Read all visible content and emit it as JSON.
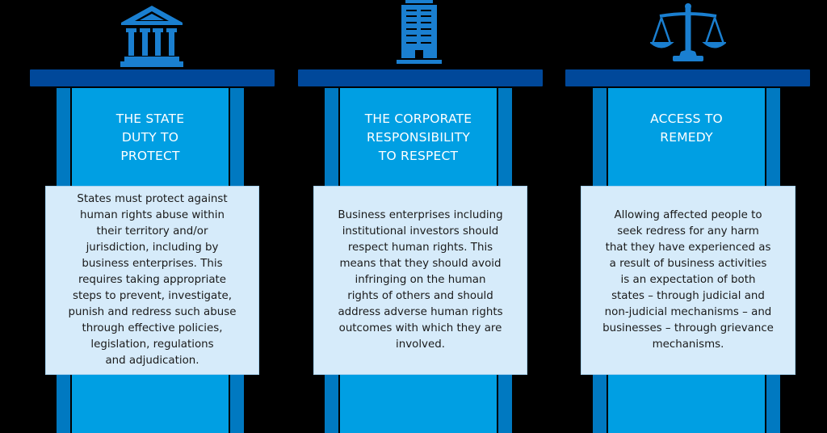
{
  "colors": {
    "background": "#000000",
    "beam": "#00489a",
    "column_side": "#0079c1",
    "column_center": "#009fe3",
    "icon": "#1a7fd0",
    "description_box": "#d6ebfa",
    "title_text": "#ffffff",
    "body_text": "#1a1a1a"
  },
  "pillars": [
    {
      "icon": "government-building-icon",
      "title": "THE STATE DUTY TO PROTECT",
      "title_lines": [
        "THE STATE",
        "DUTY TO",
        "PROTECT"
      ],
      "description": "States must protect against human rights abuse within their territory and/or jurisdiction, including by business enterprises. This requires taking appropriate steps to prevent, investigate, punish and redress such abuse through effective policies, legislation, regulations and adjudication.",
      "description_lines": [
        "States must protect against",
        "human rights abuse within",
        "their territory and/or",
        "jurisdiction, including by",
        "business enterprises. This",
        "requires taking appropriate",
        "steps to prevent, investigate,",
        "punish and redress such abuse",
        "through effective policies,",
        "legislation, regulations",
        "and adjudication."
      ]
    },
    {
      "icon": "office-tower-icon",
      "title": "THE CORPORATE RESPONSIBILITY TO RESPECT",
      "title_lines": [
        "THE CORPORATE",
        "RESPONSIBILITY",
        "TO RESPECT"
      ],
      "description": "Business enterprises including institutional investors should respect human rights. This means that they should avoid infringing on the human rights of others and should address adverse human rights outcomes with which they are involved.",
      "description_lines": [
        "Business enterprises including",
        "institutional investors should",
        "respect human rights. This",
        "means that they should avoid",
        "infringing on the human",
        "rights of others and should",
        "address adverse human rights",
        "outcomes with which they are",
        "involved."
      ]
    },
    {
      "icon": "scales-of-justice-icon",
      "title": "ACCESS TO REMEDY",
      "title_lines": [
        "ACCESS TO",
        "REMEDY"
      ],
      "description": "Allowing affected people to seek redress for any harm that they have experienced as a result of business activities is an expectation of both states – through judicial and non-judicial mechanisms – and businesses – through grievance mechanisms.",
      "description_lines": [
        "Allowing affected people to",
        "seek redress for any harm",
        "that they have experienced as",
        "a result of business activities",
        "is an expectation of both",
        "states – through judicial and",
        "non-judicial mechanisms – and",
        "businesses – through grievance",
        "mechanisms."
      ]
    }
  ]
}
